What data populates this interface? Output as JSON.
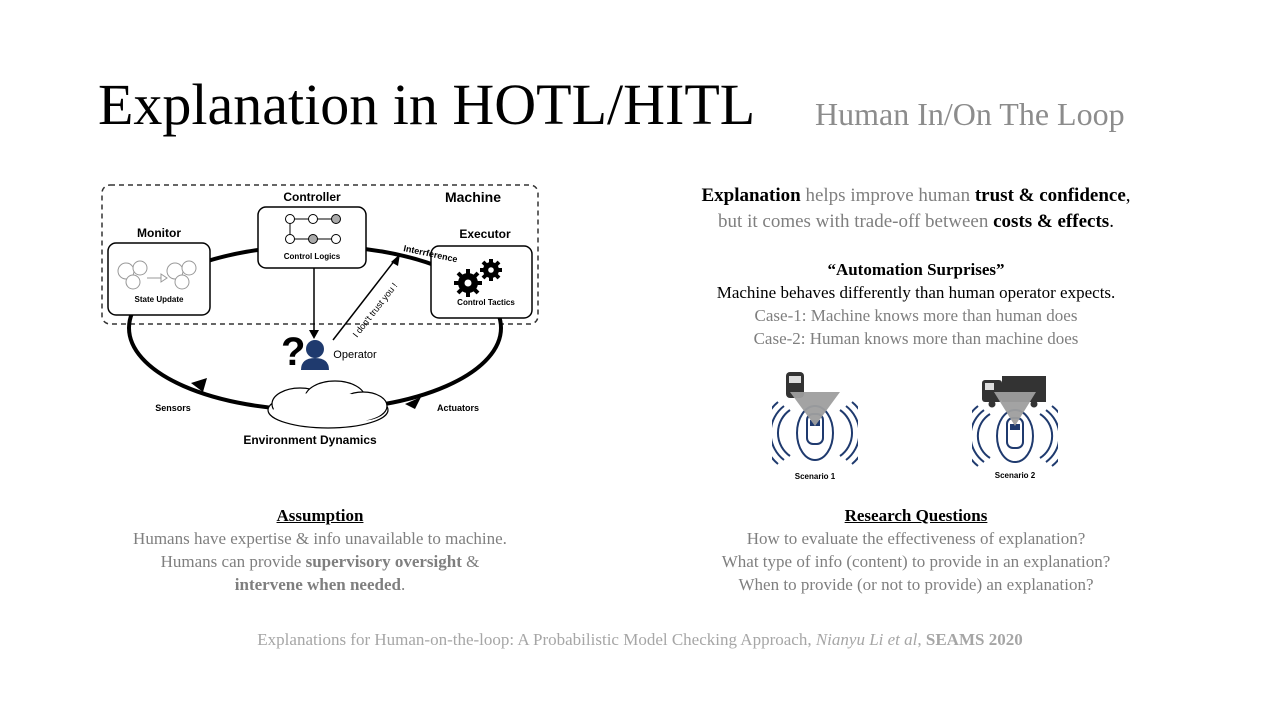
{
  "title": {
    "main": "Explanation in HOTL/HITL",
    "sub": "Human In/On The Loop"
  },
  "diagram": {
    "machine": "Machine",
    "controller": "Controller",
    "control_logics": "Control Logics",
    "monitor": "Monitor",
    "state_update": "State Update",
    "executor": "Executor",
    "control_tactics": "Control Tactics",
    "interference": "Interrference",
    "trust": "I don't trust you !",
    "operator": "Operator",
    "sensors": "Sensors",
    "actuators": "Actuators",
    "environment": "Environment Dynamics"
  },
  "explanation": {
    "l1_b1": "Explanation",
    "l1_t1": " helps improve human ",
    "l1_b2": "trust & confidence",
    "l1_t2": ",",
    "l2_t1": "but it comes with trade-off between ",
    "l2_b1": "costs & effects",
    "l2_t2": "."
  },
  "surprises": {
    "title": "“Automation Surprises”",
    "line": "Machine behaves differently than human operator expects.",
    "case1": "Case-1: Machine knows more than human does",
    "case2": "Case-2: Human knows more than machine does"
  },
  "scenarios": [
    "Scenario 1",
    "Scenario 2"
  ],
  "assumption": {
    "heading": "Assumption",
    "l1": "Humans have expertise & info unavailable to machine.",
    "l2_t": "Humans can provide ",
    "l2_b": "supervisory oversight",
    "l2_t2": " &",
    "l3_b": "intervene when needed",
    "l3_t": "."
  },
  "research": {
    "heading": "Research Questions",
    "q1": "How to evaluate the effectiveness of explanation?",
    "q2": "What type of info (content) to provide in an explanation?",
    "q3": "When to provide (or not to provide) an explanation?"
  },
  "citation": {
    "t1": "Explanations for Human-on-the-loop: A Probabilistic Model Checking Approach, ",
    "authors": "Nianyu Li et al",
    "t2": ", ",
    "venue": "SEAMS 2020"
  },
  "colors": {
    "gray": "#7f7f7f",
    "light_gray": "#a6a6a6",
    "navy": "#1f3a6e",
    "text": "#000000"
  }
}
